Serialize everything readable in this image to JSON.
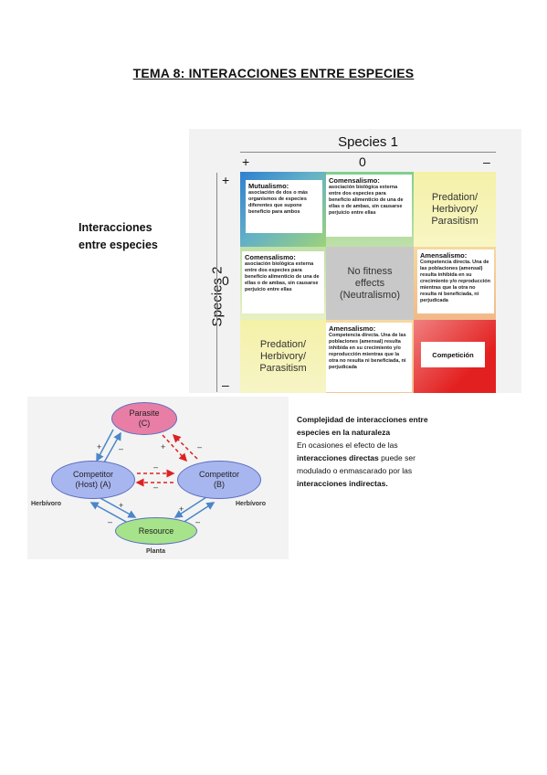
{
  "title": "TEMA 8: INTERACCIONES ENTRE ESPECIES",
  "side_label_1": "Interacciones",
  "side_label_2": "entre especies",
  "matrix": {
    "species1": "Species 1",
    "species2": "Species 2",
    "col_plus": "+",
    "col_zero": "0",
    "col_minus": "–",
    "row_plus": "+",
    "row_zero": "0",
    "row_minus": "–",
    "cells": {
      "mutualismo_h": "Mutualismo:",
      "mutualismo_t": "asociación de dos o más organismos de especies diferentes que supone beneficio para ambos",
      "comensalismo1_h": "Comensalismo:",
      "comensalismo1_t": "asociación biológica externa entre dos especies para beneficio alimenticio de una de ellas o de ambas, sin causarse perjuicio entre ellas",
      "predation1": "Predation/ Herbivory/ Parasitism",
      "comensalismo2_h": "Comensalismo:",
      "comensalismo2_t": "asociación biológica externa entre dos especies para beneficio alimenticio de una de ellas o de ambas, sin causarse perjuicio entre ellas",
      "neutral_1": "No fitness effects",
      "neutral_2": "(Neutralismo)",
      "amensalismo1_h": "Amensalismo:",
      "amensalismo1_t": "Competencia directa. Una de las poblaciones (amensal) resulta inhibida en su crecimiento y/o reproducción mientras que la otra no resulta ni beneficiada, ni perjudicada",
      "predation2": "Predation/ Herbivory/ Parasitism",
      "amensalismo2_h": "Amensalismo:",
      "amensalismo2_t": "Competencia directa. Una de las poblaciones (amensal) resulta inhibida en su crecimiento y/o reproducción mientras que la otra no resulta ni beneficiada, ni perjudicada",
      "competicion": "Competición"
    }
  },
  "network": {
    "parasite": "Parasite",
    "parasite_c": "(C)",
    "compA_1": "Competitor",
    "compA_2": "(Host) (A)",
    "compB_1": "Competitor",
    "compB_2": "(B)",
    "resource": "Resource",
    "herbivoro_left": "Herbívoro",
    "herbivoro_right": "Herbívoro",
    "planta": "Planta",
    "plus": "+",
    "minus": "–"
  },
  "paragraph": {
    "heading_1": "Complejidad de interacciones entre",
    "heading_2": "especies en la naturaleza",
    "line_1": "En ocasiones el efecto de las",
    "line_2_bold": "interacciones directas",
    "line_2_rest": " puede ser",
    "line_3": "modulado o enmascarado por las",
    "line_4_bold": "interacciones indirectas."
  }
}
